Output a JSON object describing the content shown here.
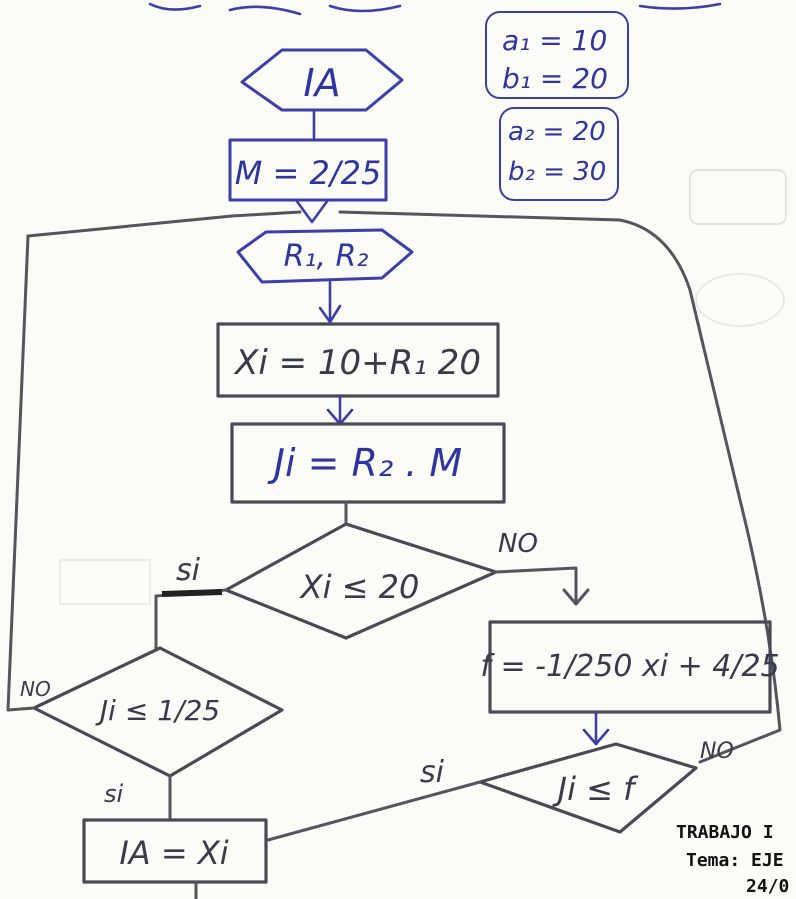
{
  "flowchart": {
    "start": "IA",
    "init": "M = 2/25",
    "input": "R₁, R₂",
    "calc_x": "Xi = 10+R₁ 20",
    "calc_y": "Ji = R₂ . M",
    "decision_x": "Xi ≤ 20",
    "decision_y1": "Ji ≤ 1/25",
    "calc_f": "f = -1/250 xi + 4/25",
    "decision_y2": "Ji ≤ f",
    "output": "IA = Xi",
    "yes_label": "si",
    "no_label": "NO"
  },
  "notes": {
    "a1": "a₁ = 10",
    "b1": "b₁ = 20",
    "a2": "a₂ = 20",
    "b2": "b₂ = 30"
  },
  "footer": {
    "line1": "TRABAJO I",
    "line2": "Tema: EJE",
    "line3": "24/0"
  }
}
